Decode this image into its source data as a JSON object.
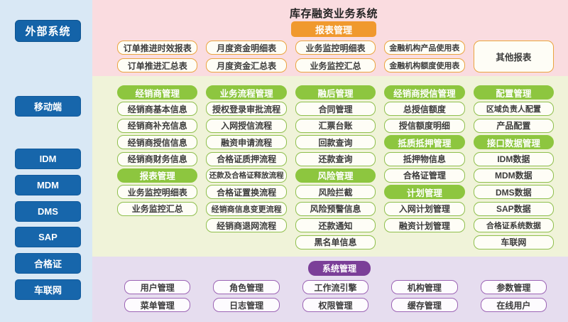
{
  "title": "库存融资业务系统",
  "colors": {
    "sidebar_bg": "#d9e8f5",
    "sidebar_button": "#1766ab",
    "report_section_bg": "#fadce0",
    "report_accent": "#f0992e",
    "module_section_bg": "#f0f3d9",
    "module_accent": "#8dc63f",
    "system_section_bg": "#e6ddef",
    "system_accent": "#7b3f98"
  },
  "sidebar": {
    "title": "外部系统",
    "items": [
      "移动端",
      "IDM",
      "MDM",
      "DMS",
      "SAP",
      "合格证",
      "车联网"
    ]
  },
  "reports": {
    "header": "报表管理",
    "columns": [
      [
        "订单推进时效报表",
        "订单推进汇总表"
      ],
      [
        "月度资金明细表",
        "月度资金汇总表"
      ],
      [
        "业务监控明细表",
        "业务监控汇总"
      ],
      [
        "金融机构产品使用表",
        "金融机构额度使用表"
      ]
    ],
    "other": "其他报表"
  },
  "modules": {
    "col1": [
      "经销商管理",
      "经销商基本信息",
      "经销商补充信息",
      "经销商授信信息",
      "经销商财务信息",
      "报表管理",
      "业务监控明细表",
      "业务监控汇总"
    ],
    "col2": [
      "业务流程管理",
      "授权登录审批流程",
      "入网授信流程",
      "融资申请流程",
      "合格证质押流程",
      "还款及合格证释放流程",
      "合格证置换流程",
      "经销商信息变更流程",
      "经销商退网流程"
    ],
    "col3": [
      "融后管理",
      "合同管理",
      "汇票台账",
      "回款查询",
      "还款查询",
      "风险管理",
      "风险拦截",
      "风险预警信息",
      "还款通知",
      "黑名单信息"
    ],
    "col4": [
      "经销商授信管理",
      "总授信额度",
      "授信额度明细",
      "抵质抵押管理",
      "抵押物信息",
      "合格证管理",
      "计划管理",
      "入网计划管理",
      "融资计划管理"
    ],
    "col5": [
      "配置管理",
      "区域负责人配置",
      "产品配置",
      "接口数据管理",
      "IDM数据",
      "MDM数据",
      "DMS数据",
      "SAP数据",
      "合格证系统数据",
      "车联网"
    ]
  },
  "system": {
    "header": "系统管理",
    "columns": [
      [
        "用户管理",
        "菜单管理"
      ],
      [
        "角色管理",
        "日志管理"
      ],
      [
        "工作流引擎",
        "权限管理"
      ],
      [
        "机构管理",
        "缓存管理"
      ],
      [
        "参数管理",
        "在线用户"
      ]
    ]
  }
}
